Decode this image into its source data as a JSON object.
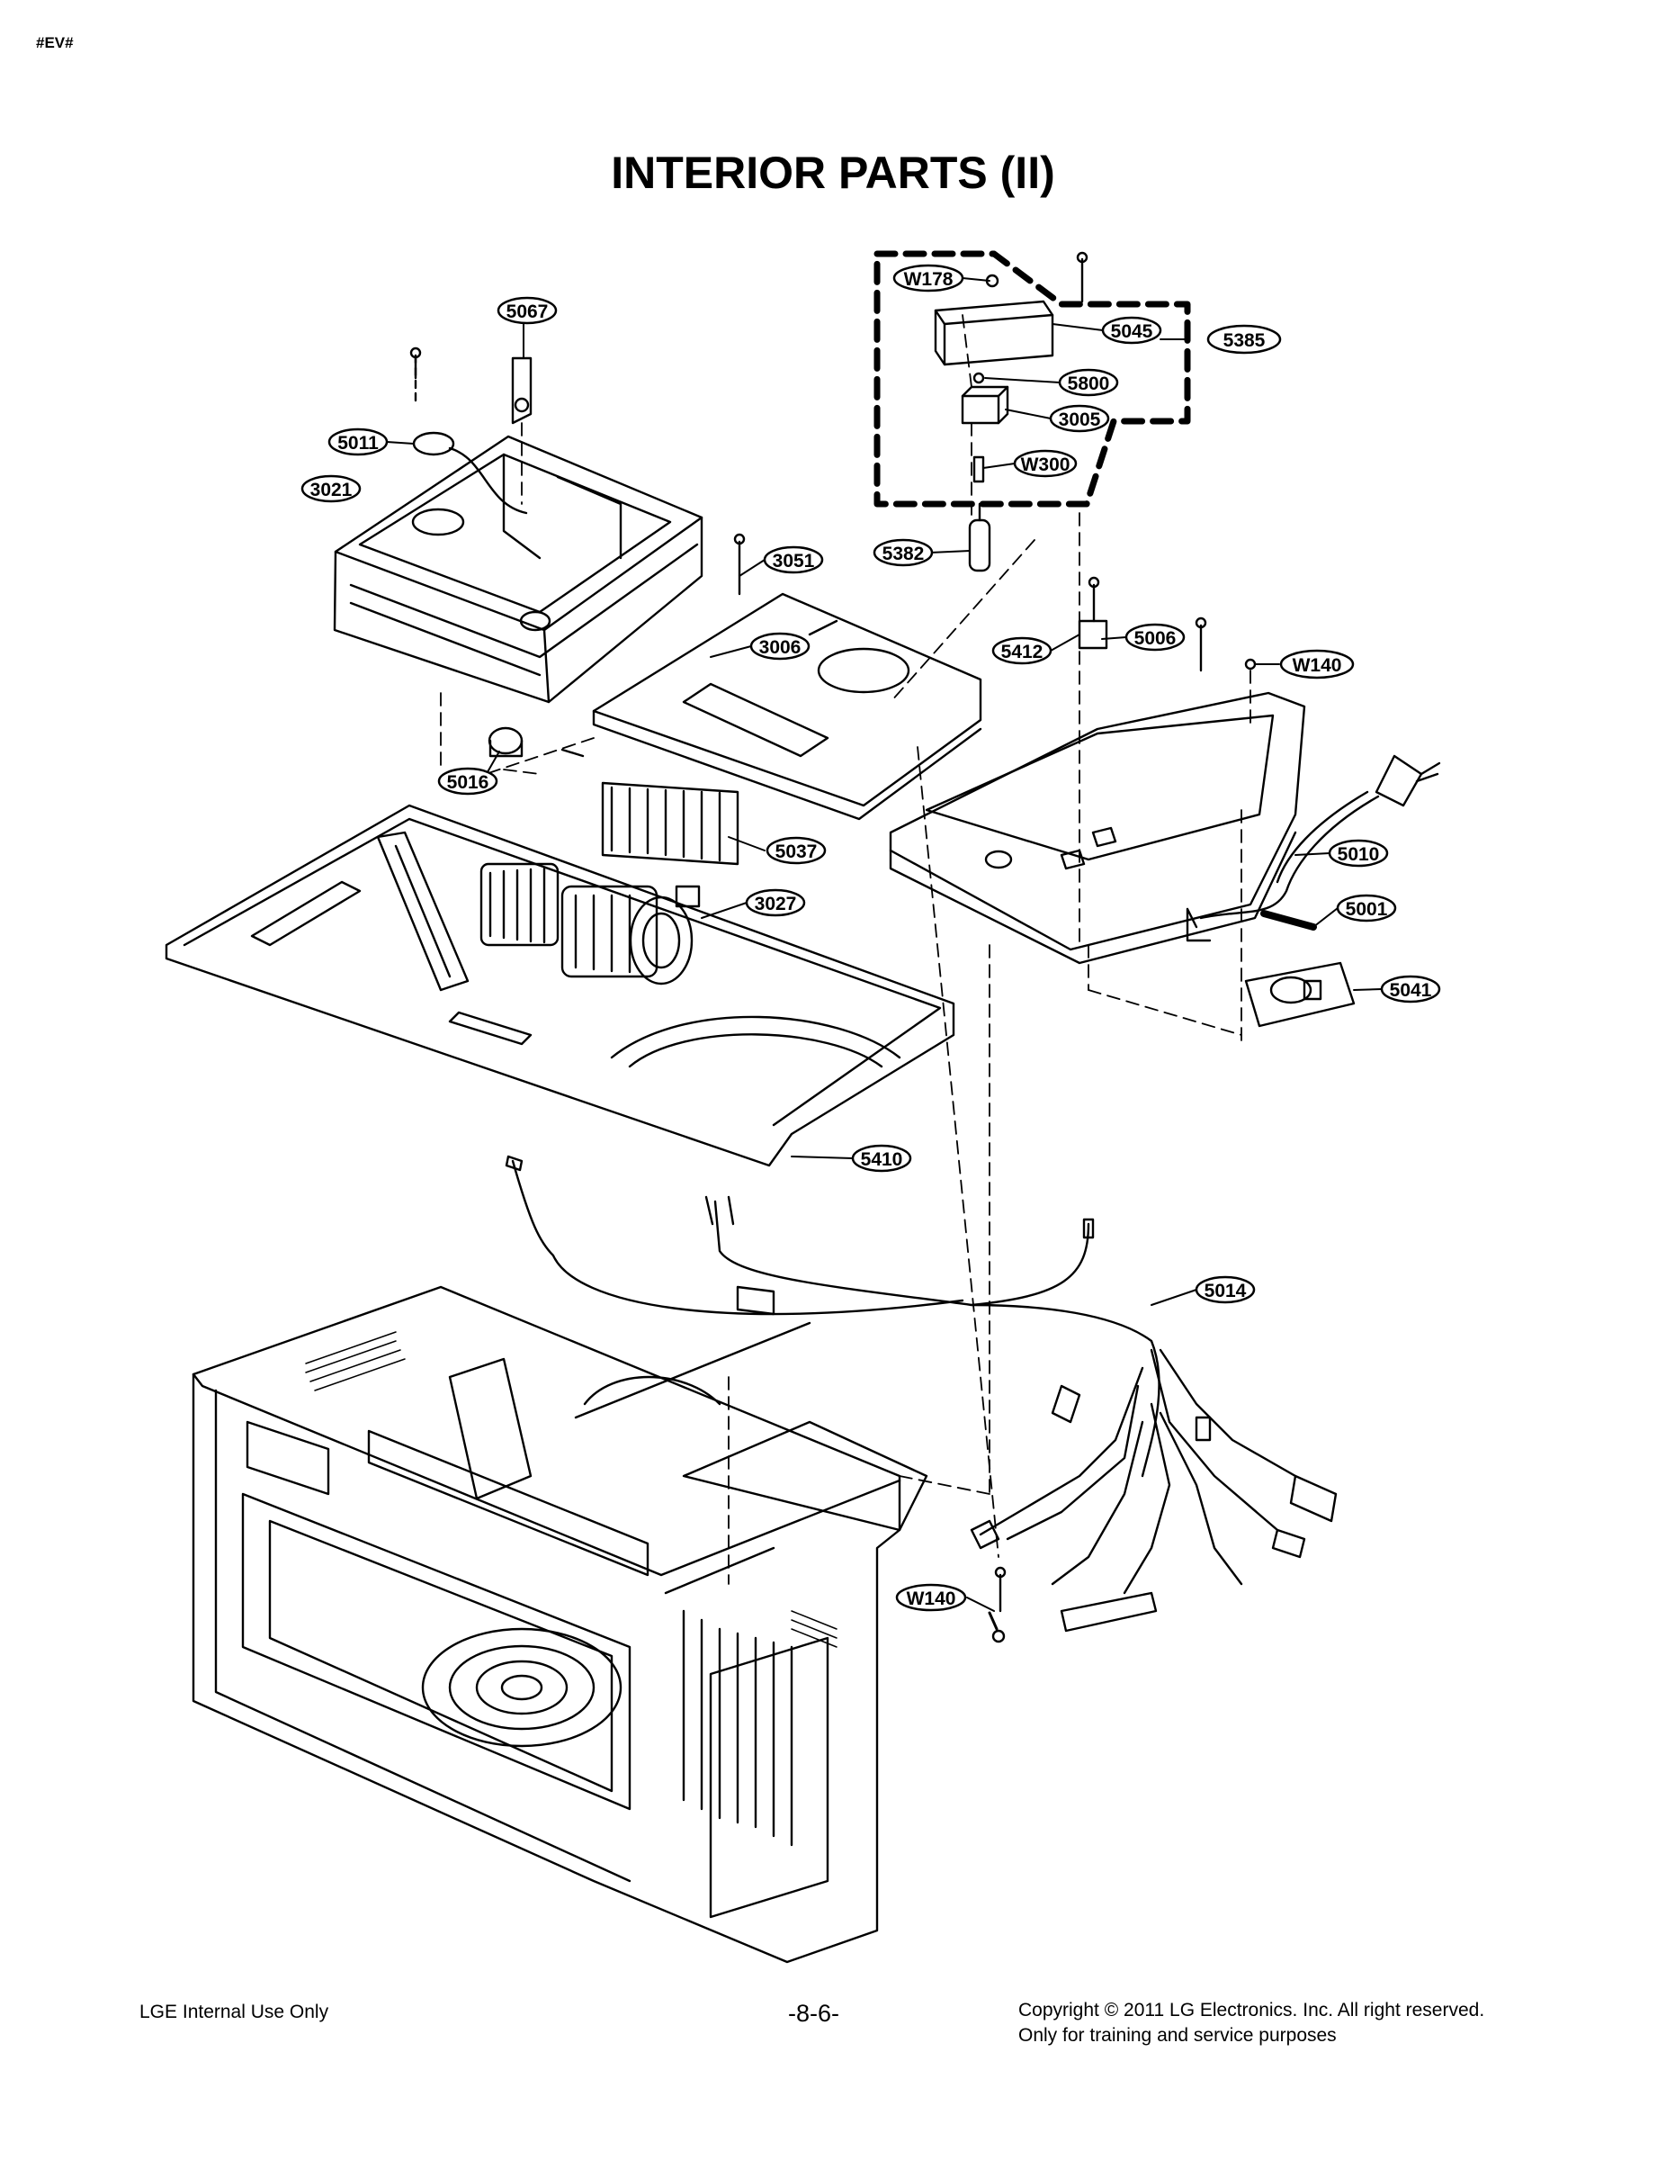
{
  "header": {
    "corner_tag": "#EV#",
    "title": "INTERIOR PARTS (II)"
  },
  "callouts": [
    {
      "id": "5067"
    },
    {
      "id": "5011"
    },
    {
      "id": "3021"
    },
    {
      "id": "3051"
    },
    {
      "id": "3006"
    },
    {
      "id": "5016"
    },
    {
      "id": "5037"
    },
    {
      "id": "3027"
    },
    {
      "id": "5410"
    },
    {
      "id": "W178"
    },
    {
      "id": "5045"
    },
    {
      "id": "5385"
    },
    {
      "id": "5800"
    },
    {
      "id": "3005"
    },
    {
      "id": "W300"
    },
    {
      "id": "5382"
    },
    {
      "id": "5412"
    },
    {
      "id": "5006"
    },
    {
      "id": "W140"
    },
    {
      "id": "5010"
    },
    {
      "id": "5001"
    },
    {
      "id": "5041"
    },
    {
      "id": "5014"
    },
    {
      "id": "W140"
    }
  ],
  "footer": {
    "left": "LGE Internal Use Only",
    "page": "-8-6-",
    "copyright_line1": "Copyright © 2011 LG Electronics. Inc. All right reserved.",
    "copyright_line2": "Only for training and service purposes"
  }
}
